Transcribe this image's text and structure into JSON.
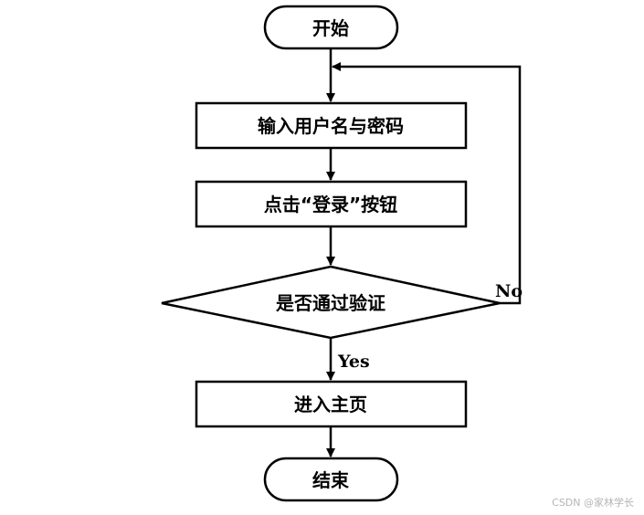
{
  "nodes": {
    "start": "开始",
    "input_credentials": "输入用户名与密码",
    "click_login": "点击“登录”按钮",
    "decision": "是否通过验证",
    "enter_home": "进入主页",
    "end": "结束"
  },
  "edges": {
    "yes_label": "Yes",
    "no_label": "No"
  },
  "watermark": "CSDN @家林学长"
}
